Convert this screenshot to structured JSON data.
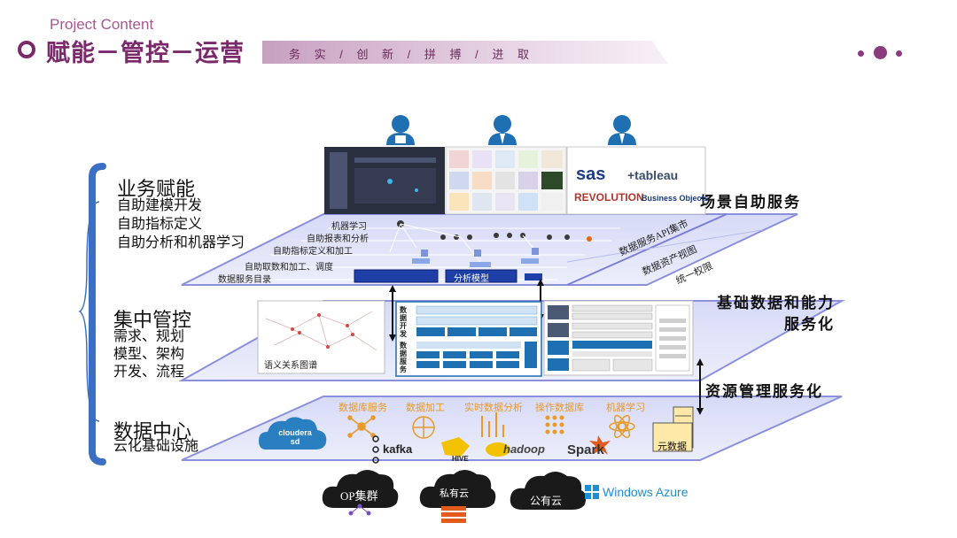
{
  "header": {
    "project_label": "Project Content",
    "title": "赋能－管控－运营",
    "slogan": "务 实 / 创 新 / 拼 搏 / 进 取"
  },
  "left_groups": [
    {
      "title": "业务赋能",
      "items": [
        "自助建模开发",
        "自助指标定义",
        "自助分析和机器学习"
      ]
    },
    {
      "title": "集中管控",
      "items": [
        "需求、规划",
        "模型、架构",
        "开发、流程"
      ]
    },
    {
      "title": "数据中心",
      "items": [
        "云化基础设施"
      ]
    }
  ],
  "right_labels": {
    "scene_service": "场景自助服务",
    "base_data_line1": "基础数据和能力",
    "base_data_line2": "服务化",
    "resource_mgmt": "资源管理服务化"
  },
  "top_layer": {
    "flow_labels": [
      "机器学习",
      "自助报表和分析",
      "自助指标定义和加工",
      "自助取数和加工、调度",
      "数据服务目录"
    ],
    "model_box": "分析模型",
    "side_labels": [
      "数据服务API集市",
      "数据资产视图",
      "统一权限"
    ],
    "tool_brands": [
      "sas",
      "+tableau",
      "REVOLUTION",
      "Business Objects"
    ]
  },
  "middle_layer": {
    "graph_caption": "语义关系图谱",
    "dev_labels": [
      "数据开发",
      "数据服务"
    ]
  },
  "bottom_layer": {
    "categories": [
      "数据库服务",
      "数据加工",
      "实时数据分析",
      "操作数据库",
      "机器学习"
    ],
    "logos": [
      "cloudera sd",
      "kafka",
      "HIVE",
      "hadoop",
      "Spark"
    ],
    "metadata_label": "元数据"
  },
  "clouds": {
    "op": "OP集群",
    "private": "私有云",
    "public": "公有云",
    "azure": "Windows Azure"
  },
  "colors": {
    "brand": "#7a2a6a",
    "layer": "#9aa0e6",
    "layer_fill": "#e6e8fa",
    "accent_blue": "#1f6fb3",
    "bracket": "#3a6fc4"
  }
}
